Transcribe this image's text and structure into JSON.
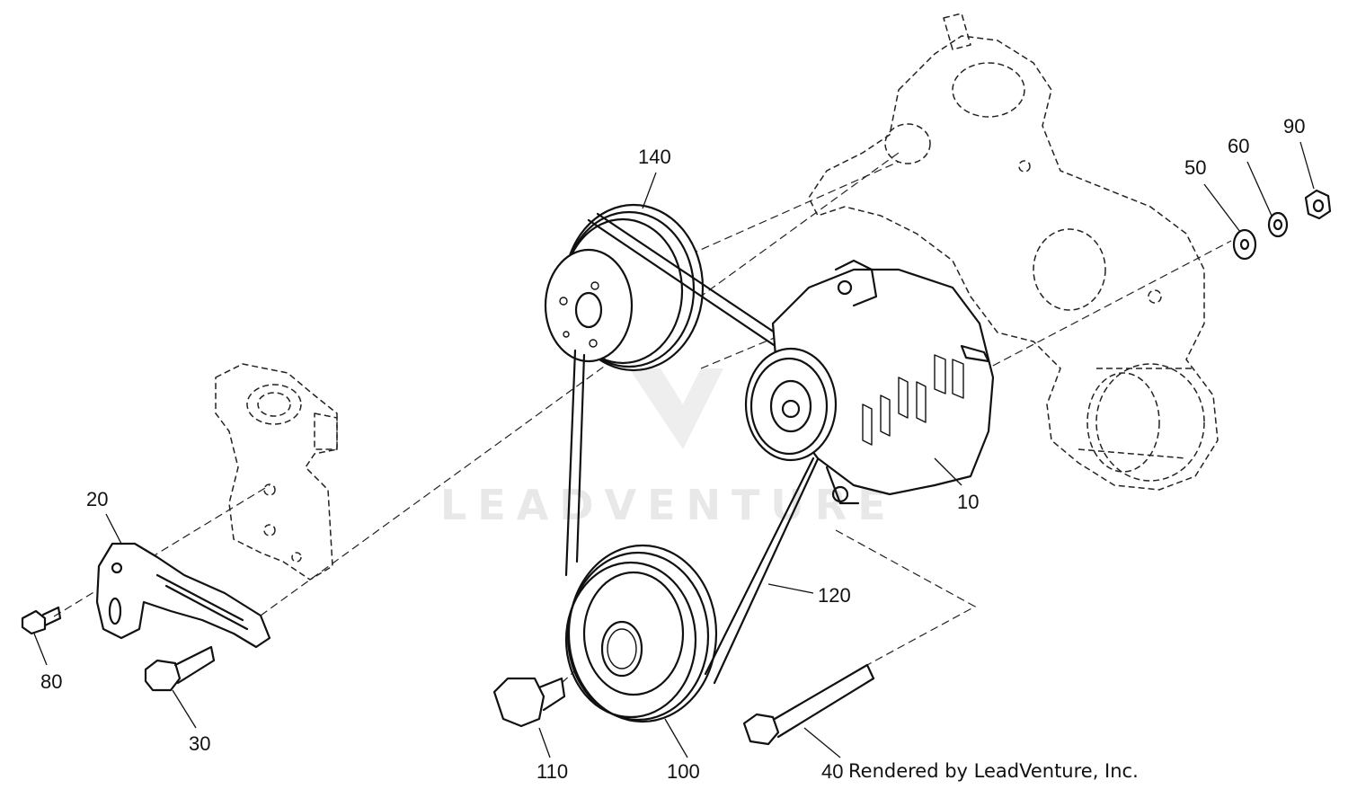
{
  "watermark": {
    "text": "LEADVENTURE"
  },
  "credit": "Rendered by LeadVenture, Inc.",
  "parts": [
    {
      "id": "p10",
      "label": "10",
      "name": "alternator"
    },
    {
      "id": "p20",
      "label": "20",
      "name": "stay-bracket"
    },
    {
      "id": "p30",
      "label": "30",
      "name": "bolt"
    },
    {
      "id": "p40",
      "label": "40",
      "name": "long-bolt"
    },
    {
      "id": "p50",
      "label": "50",
      "name": "washer"
    },
    {
      "id": "p60",
      "label": "60",
      "name": "spring-washer"
    },
    {
      "id": "p80",
      "label": "80",
      "name": "small-bolt"
    },
    {
      "id": "p90",
      "label": "90",
      "name": "nut"
    },
    {
      "id": "p100",
      "label": "100",
      "name": "crank-pulley"
    },
    {
      "id": "p110",
      "label": "110",
      "name": "pulley-bolt"
    },
    {
      "id": "p120",
      "label": "120",
      "name": "v-belt"
    },
    {
      "id": "p140",
      "label": "140",
      "name": "fan-pulley"
    }
  ]
}
